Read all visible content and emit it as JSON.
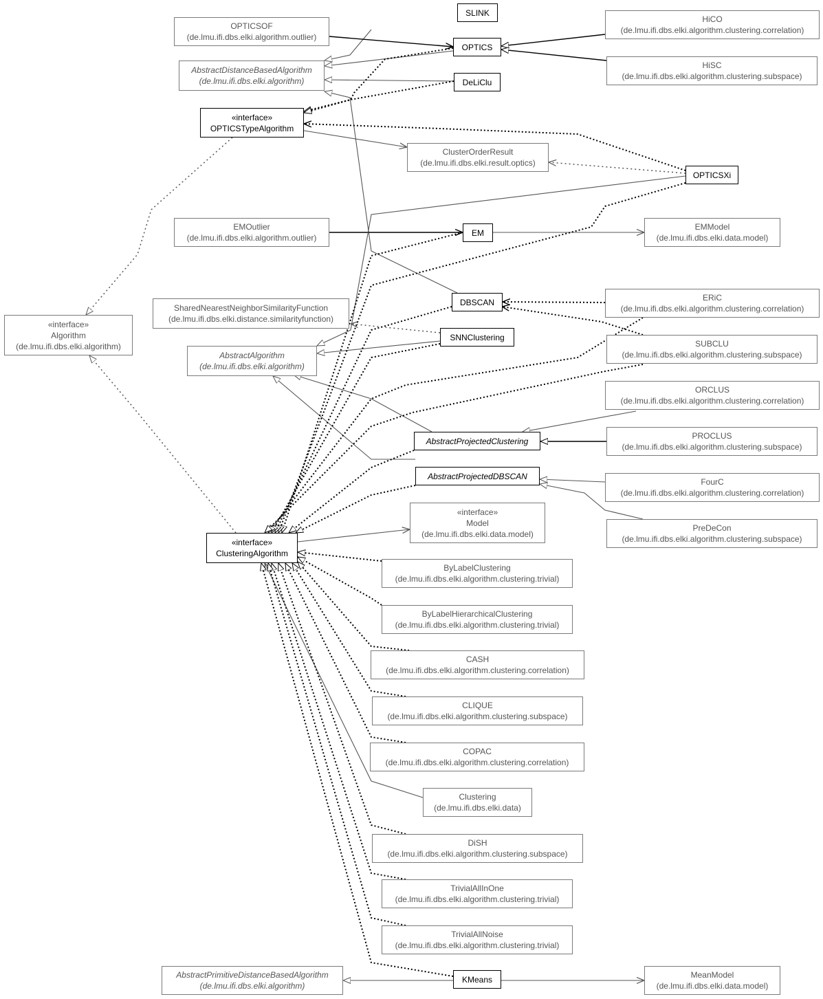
{
  "nodes": {
    "slink": {
      "stereotype": "",
      "name": "SLINK",
      "pkg": ""
    },
    "opticsof": {
      "stereotype": "",
      "name": "OPTICSOF",
      "pkg": "(de.lmu.ifi.dbs.elki.algorithm.outlier)"
    },
    "optics": {
      "stereotype": "",
      "name": "OPTICS",
      "pkg": ""
    },
    "hico": {
      "stereotype": "",
      "name": "HiCO",
      "pkg": "(de.lmu.ifi.dbs.elki.algorithm.clustering.correlation)"
    },
    "adba": {
      "stereotype": "",
      "name": "AbstractDistanceBasedAlgorithm",
      "pkg": "(de.lmu.ifi.dbs.elki.algorithm)"
    },
    "hisc": {
      "stereotype": "",
      "name": "HiSC",
      "pkg": "(de.lmu.ifi.dbs.elki.algorithm.clustering.subspace)"
    },
    "deliclu": {
      "stereotype": "",
      "name": "DeLiClu",
      "pkg": ""
    },
    "opticstype": {
      "stereotype": "«interface»",
      "name": "OPTICSTypeAlgorithm",
      "pkg": ""
    },
    "clusterorder": {
      "stereotype": "",
      "name": "ClusterOrderResult",
      "pkg": "(de.lmu.ifi.dbs.elki.result.optics)"
    },
    "opticsxi": {
      "stereotype": "",
      "name": "OPTICSXi",
      "pkg": ""
    },
    "emoutlier": {
      "stereotype": "",
      "name": "EMOutlier",
      "pkg": "(de.lmu.ifi.dbs.elki.algorithm.outlier)"
    },
    "em": {
      "stereotype": "",
      "name": "EM",
      "pkg": ""
    },
    "emmodel": {
      "stereotype": "",
      "name": "EMModel",
      "pkg": "(de.lmu.ifi.dbs.elki.data.model)"
    },
    "algorithm": {
      "stereotype": "«interface»",
      "name": "Algorithm",
      "pkg": "(de.lmu.ifi.dbs.elki.algorithm)"
    },
    "snnsim": {
      "stereotype": "",
      "name": "SharedNearestNeighborSimilarityFunction",
      "pkg": "(de.lmu.ifi.dbs.elki.distance.similarityfunction)"
    },
    "dbscan": {
      "stereotype": "",
      "name": "DBSCAN",
      "pkg": ""
    },
    "eric": {
      "stereotype": "",
      "name": "ERiC",
      "pkg": "(de.lmu.ifi.dbs.elki.algorithm.clustering.correlation)"
    },
    "snnclustering": {
      "stereotype": "",
      "name": "SNNClustering",
      "pkg": ""
    },
    "abstractalgo": {
      "stereotype": "",
      "name": "AbstractAlgorithm",
      "pkg": "(de.lmu.ifi.dbs.elki.algorithm)"
    },
    "subclu": {
      "stereotype": "",
      "name": "SUBCLU",
      "pkg": "(de.lmu.ifi.dbs.elki.algorithm.clustering.subspace)"
    },
    "orclus": {
      "stereotype": "",
      "name": "ORCLUS",
      "pkg": "(de.lmu.ifi.dbs.elki.algorithm.clustering.correlation)"
    },
    "apc": {
      "stereotype": "",
      "name": "AbstractProjectedClustering",
      "pkg": ""
    },
    "proclus": {
      "stereotype": "",
      "name": "PROCLUS",
      "pkg": "(de.lmu.ifi.dbs.elki.algorithm.clustering.subspace)"
    },
    "apdbscan": {
      "stereotype": "",
      "name": "AbstractProjectedDBSCAN",
      "pkg": ""
    },
    "fourc": {
      "stereotype": "",
      "name": "FourC",
      "pkg": "(de.lmu.ifi.dbs.elki.algorithm.clustering.correlation)"
    },
    "model": {
      "stereotype": "«interface»",
      "name": "Model",
      "pkg": "(de.lmu.ifi.dbs.elki.data.model)"
    },
    "predecon": {
      "stereotype": "",
      "name": "PreDeCon",
      "pkg": "(de.lmu.ifi.dbs.elki.algorithm.clustering.subspace)"
    },
    "clusteringalgo": {
      "stereotype": "«interface»",
      "name": "ClusteringAlgorithm",
      "pkg": ""
    },
    "bylabel": {
      "stereotype": "",
      "name": "ByLabelClustering",
      "pkg": "(de.lmu.ifi.dbs.elki.algorithm.clustering.trivial)"
    },
    "bylabelhier": {
      "stereotype": "",
      "name": "ByLabelHierarchicalClustering",
      "pkg": "(de.lmu.ifi.dbs.elki.algorithm.clustering.trivial)"
    },
    "cash": {
      "stereotype": "",
      "name": "CASH",
      "pkg": "(de.lmu.ifi.dbs.elki.algorithm.clustering.correlation)"
    },
    "clique": {
      "stereotype": "",
      "name": "CLIQUE",
      "pkg": "(de.lmu.ifi.dbs.elki.algorithm.clustering.subspace)"
    },
    "copac": {
      "stereotype": "",
      "name": "COPAC",
      "pkg": "(de.lmu.ifi.dbs.elki.algorithm.clustering.correlation)"
    },
    "clustering": {
      "stereotype": "",
      "name": "Clustering",
      "pkg": "(de.lmu.ifi.dbs.elki.data)"
    },
    "dish": {
      "stereotype": "",
      "name": "DiSH",
      "pkg": "(de.lmu.ifi.dbs.elki.algorithm.clustering.subspace)"
    },
    "trivialallinone": {
      "stereotype": "",
      "name": "TrivialAllInOne",
      "pkg": "(de.lmu.ifi.dbs.elki.algorithm.clustering.trivial)"
    },
    "trivialallnoise": {
      "stereotype": "",
      "name": "TrivialAllNoise",
      "pkg": "(de.lmu.ifi.dbs.elki.algorithm.clustering.trivial)"
    },
    "apdba": {
      "stereotype": "",
      "name": "AbstractPrimitiveDistanceBasedAlgorithm",
      "pkg": "(de.lmu.ifi.dbs.elki.algorithm)"
    },
    "kmeans": {
      "stereotype": "",
      "name": "KMeans",
      "pkg": ""
    },
    "meanmodel": {
      "stereotype": "",
      "name": "MeanModel",
      "pkg": "(de.lmu.ifi.dbs.elki.data.model)"
    }
  }
}
